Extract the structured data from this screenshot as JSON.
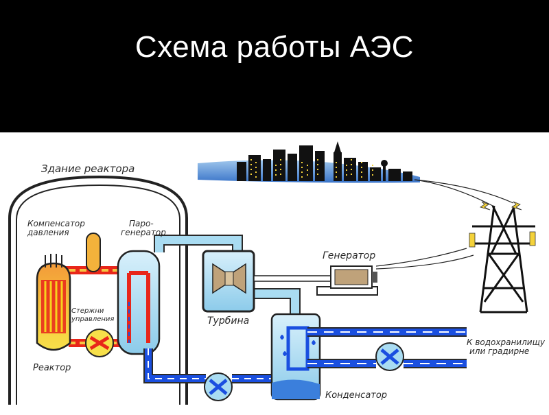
{
  "title": "Схема работы АЭС",
  "labels": {
    "reactor_building": "Здание реактора",
    "pressurizer_line1": "Компенсатор",
    "pressurizer_line2": "давления",
    "steam_gen_line1": "Паро-",
    "steam_gen_line2": "генератор",
    "control_rods_line1": "Стержни",
    "control_rods_line2": "управления",
    "reactor": "Реактор",
    "turbine": "Турбина",
    "generator": "Генератор",
    "condenser": "Конденсатор",
    "reservoir_line1": "К водохранилищу",
    "reservoir_line2": "или градирне"
  },
  "colors": {
    "hot_loop": "#e8261a",
    "hot_core": "#f7d21e",
    "steam": "#a9dcf2",
    "cold_water": "#1a4fe0",
    "building": "#222222"
  },
  "icons": [
    "city-skyline-icon",
    "power-tower-icon",
    "lightning-icon",
    "pump-icon"
  ]
}
